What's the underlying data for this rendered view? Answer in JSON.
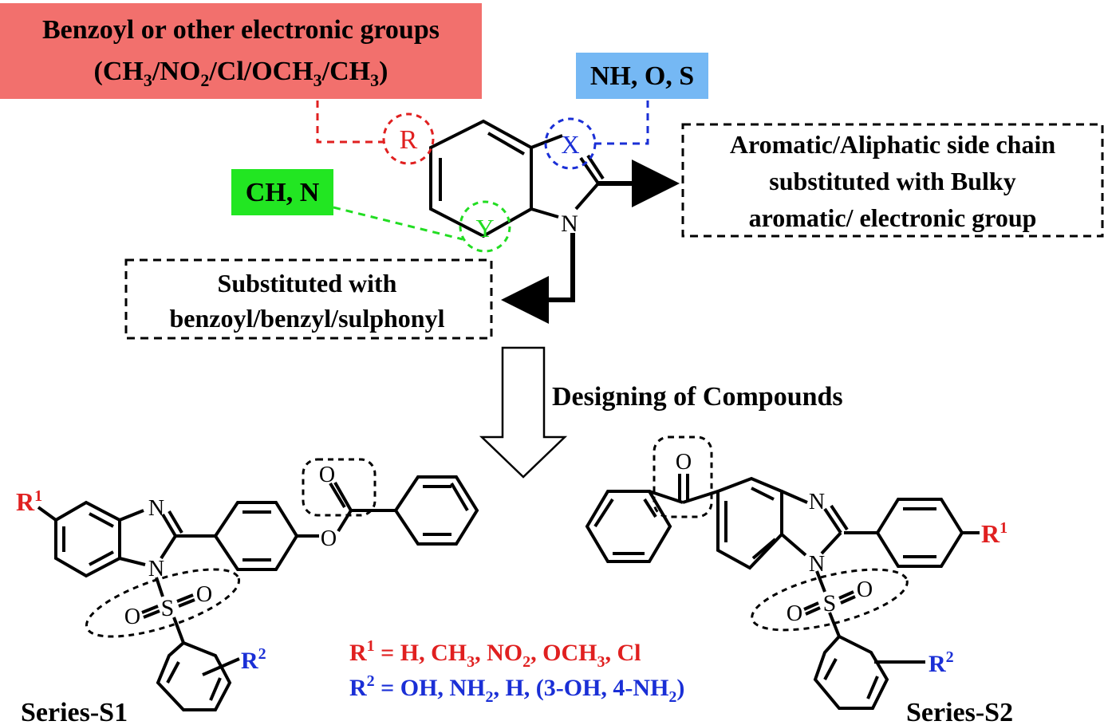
{
  "labels": {
    "r_group_line1": "Benzoyl or other electronic groups",
    "r_group_line2": "(CH",
    "r_group_sub1": "3",
    "r_group_mid1": "/NO",
    "r_group_sub2": "2",
    "r_group_mid2": "/Cl/OCH",
    "r_group_sub3": "3",
    "r_group_mid3": "/CH",
    "r_group_sub4": "3",
    "r_group_end": ")",
    "x_options": "NH, O, S",
    "y_options": "CH, N",
    "side_chain_line1": "Aromatic/Aliphatic side chain",
    "side_chain_line2": "substituted with Bulky",
    "side_chain_line3": "aromatic/ electronic group",
    "n_sub_line1": "Substituted with",
    "n_sub_line2": "benzoyl/benzyl/sulphonyl",
    "designing": "Designing of Compounds"
  },
  "core": {
    "R": "R",
    "X": "X",
    "Y": "Y",
    "N": "N"
  },
  "series_s1": {
    "title": "Series-S1",
    "R": "R",
    "R_sup": "1",
    "R2": "R",
    "R2_sup": "2",
    "N1": "N",
    "N2": "N",
    "S": "S",
    "O1": "O",
    "O2": "O",
    "O_ester_c": "O",
    "O_ester": "O"
  },
  "series_s2": {
    "title": "Series-S2",
    "R": "R",
    "R_sup": "1",
    "R2": "R",
    "R2_sup": "2",
    "N1": "N",
    "N2": "N",
    "S": "S",
    "O1": "O",
    "O2": "O",
    "O_ketone": "O"
  },
  "definitions": {
    "r1_pre": "R",
    "r1_sup": "1",
    "r1_a": " = H, CH",
    "r1_s1": "3",
    "r1_b": ", NO",
    "r1_s2": "2",
    "r1_c": ", OCH",
    "r1_s3": "3",
    "r1_d": ", Cl",
    "r2_pre": "R",
    "r2_sup": "2",
    "r2_a": " = OH, NH",
    "r2_s1": "2",
    "r2_b": ", H, (3-OH, 4-NH",
    "r2_s2": "2",
    "r2_c": ")"
  },
  "colors": {
    "r_box": "#f2706d",
    "x_box": "#75b8f4",
    "y_box": "#22e622",
    "red": "#e02020",
    "blue": "#1a2fd6",
    "green": "#22dd22"
  }
}
